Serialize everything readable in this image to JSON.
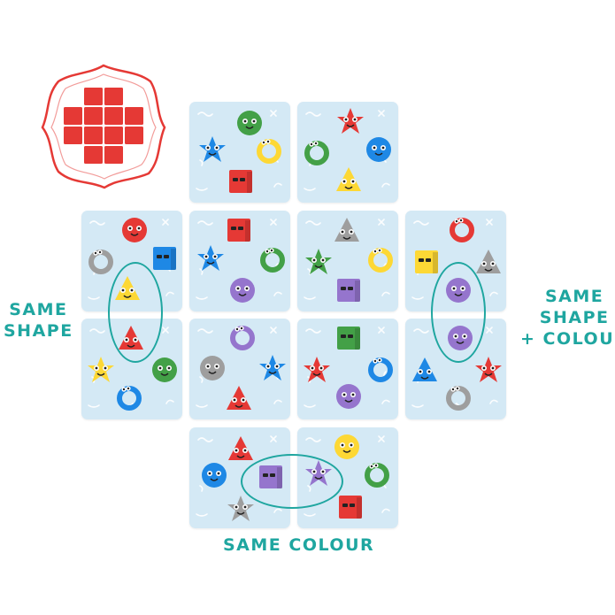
{
  "labels": {
    "same_shape": [
      "SAME",
      "SHAPE"
    ],
    "same_shape_colour": [
      "SAME",
      "SHAPE",
      "+ COLOUR"
    ],
    "same_colour": "SAME COLOUR"
  },
  "badge": {
    "icon": "cross-grid-icon",
    "color": "#e53935"
  },
  "colors": {
    "red": "#e53935",
    "green": "#43a047",
    "blue": "#1e88e5",
    "yellow": "#fdd835",
    "purple": "#9575cd",
    "grey": "#9e9e9e",
    "tile": "#d4e9f5",
    "accent": "#1fa6a0"
  },
  "tiles": [
    {
      "id": "t1",
      "pieces": [
        {
          "shape": "circle",
          "color": "green"
        },
        {
          "shape": "star",
          "color": "blue"
        },
        {
          "shape": "ring",
          "color": "yellow"
        },
        {
          "shape": "square",
          "color": "red"
        }
      ]
    },
    {
      "id": "t2",
      "pieces": [
        {
          "shape": "star",
          "color": "red"
        },
        {
          "shape": "ring",
          "color": "green"
        },
        {
          "shape": "circle",
          "color": "blue"
        },
        {
          "shape": "triangle",
          "color": "yellow"
        }
      ]
    },
    {
      "id": "t3",
      "pieces": [
        {
          "shape": "circle",
          "color": "red"
        },
        {
          "shape": "ring",
          "color": "grey"
        },
        {
          "shape": "square",
          "color": "blue"
        },
        {
          "shape": "triangle",
          "color": "yellow"
        }
      ]
    },
    {
      "id": "t4",
      "pieces": [
        {
          "shape": "square",
          "color": "red"
        },
        {
          "shape": "star",
          "color": "blue"
        },
        {
          "shape": "ring",
          "color": "green"
        },
        {
          "shape": "circle",
          "color": "purple"
        }
      ]
    },
    {
      "id": "t5",
      "pieces": [
        {
          "shape": "triangle",
          "color": "grey"
        },
        {
          "shape": "star",
          "color": "green"
        },
        {
          "shape": "ring",
          "color": "yellow"
        },
        {
          "shape": "square",
          "color": "purple"
        }
      ]
    },
    {
      "id": "t6",
      "pieces": [
        {
          "shape": "ring",
          "color": "red"
        },
        {
          "shape": "square",
          "color": "yellow"
        },
        {
          "shape": "triangle",
          "color": "grey"
        },
        {
          "shape": "circle",
          "color": "purple"
        }
      ]
    },
    {
      "id": "t7",
      "pieces": [
        {
          "shape": "triangle",
          "color": "red"
        },
        {
          "shape": "star",
          "color": "yellow"
        },
        {
          "shape": "circle",
          "color": "green"
        },
        {
          "shape": "ring",
          "color": "blue"
        }
      ]
    },
    {
      "id": "t8",
      "pieces": [
        {
          "shape": "ring",
          "color": "purple"
        },
        {
          "shape": "circle",
          "color": "grey"
        },
        {
          "shape": "star",
          "color": "blue"
        },
        {
          "shape": "triangle",
          "color": "red"
        }
      ]
    },
    {
      "id": "t9",
      "pieces": [
        {
          "shape": "square",
          "color": "green"
        },
        {
          "shape": "star",
          "color": "red"
        },
        {
          "shape": "ring",
          "color": "blue"
        },
        {
          "shape": "circle",
          "color": "purple"
        }
      ]
    },
    {
      "id": "t10",
      "pieces": [
        {
          "shape": "circle",
          "color": "purple"
        },
        {
          "shape": "triangle",
          "color": "blue"
        },
        {
          "shape": "star",
          "color": "red"
        },
        {
          "shape": "ring",
          "color": "grey"
        }
      ]
    },
    {
      "id": "t11",
      "pieces": [
        {
          "shape": "triangle",
          "color": "red"
        },
        {
          "shape": "circle",
          "color": "blue"
        },
        {
          "shape": "square",
          "color": "purple"
        },
        {
          "shape": "star",
          "color": "grey"
        }
      ]
    },
    {
      "id": "t12",
      "pieces": [
        {
          "shape": "circle",
          "color": "yellow"
        },
        {
          "shape": "star",
          "color": "purple"
        },
        {
          "shape": "ring",
          "color": "green"
        },
        {
          "shape": "square",
          "color": "red"
        }
      ]
    }
  ]
}
